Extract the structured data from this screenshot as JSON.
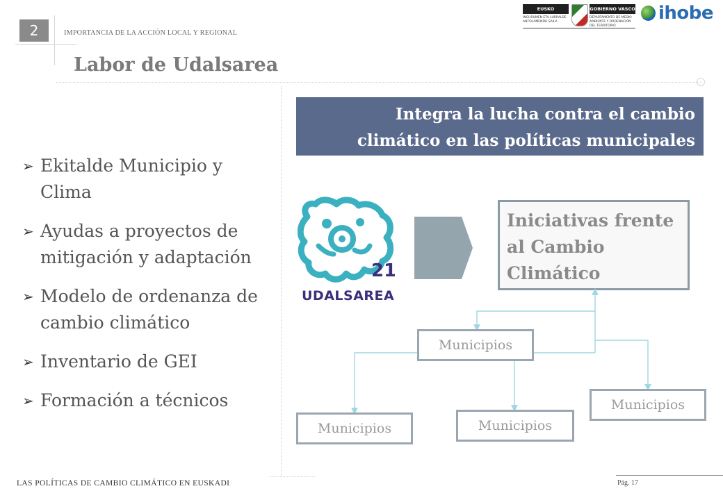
{
  "header": {
    "slide_number": "2",
    "section": "IMPORTANCIA DE LA ACCIÓN LOCAL Y REGIONAL",
    "title": "Labor de Udalsarea"
  },
  "logos": {
    "gov_left": "EUSKO JAURLARITZA",
    "gov_right": "GOBIERNO VASCO",
    "gov_left_sub": "INGURUMEN ETA LURRALDE ANTOLAMENDU SAILA",
    "gov_right_sub": "DEPARTAMENTO DE MEDIO AMBIENTE Y ORDENACIÓN DEL TERRITORIO",
    "ihobe": "ihobe"
  },
  "bullets": [
    "Ekitalde Municipio y Clima",
    "Ayudas a proyectos de mitigación y adaptación",
    "Modelo de ordenanza de cambio climático",
    "Inventario de GEI",
    "Formación a técnicos"
  ],
  "banner": {
    "line1": "Integra la lucha contra el cambio",
    "line2": "climático en las políticas municipales"
  },
  "udalsarea_logo": {
    "number": "21",
    "name": "UDALSAREA"
  },
  "initiatives": {
    "line1": "Iniciativas frente",
    "line2": "al Cambio",
    "line3": "Climático"
  },
  "municipalities": [
    "Municipios",
    "Municipios",
    "Municipios",
    "Municipios"
  ],
  "colors": {
    "banner": "#5a6a8c",
    "box_border": "#8a9aa6",
    "chevron": "#95a5ad",
    "logo_teal": "#3bb0c0",
    "logo_purple": "#3a2f7a",
    "connector": "#9fd6e4"
  },
  "footer": {
    "left": "LAS POLÍTICAS DE CAMBIO CLIMÁTICO EN EUSKADI",
    "page": "Pág. 17"
  }
}
